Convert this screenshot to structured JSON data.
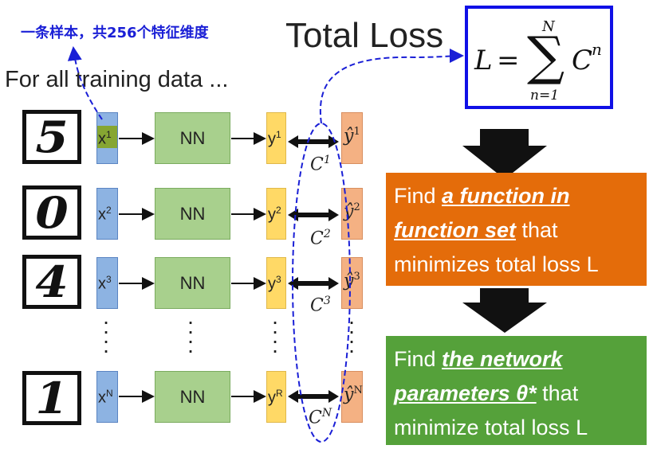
{
  "annotation": "一条样本，共256个特征维度",
  "title": "Total Loss",
  "subtitle": "For all training data ...",
  "formula": {
    "lhs": "L",
    "sum_top": "N",
    "sum_bottom": "n=1",
    "term": "C",
    "term_sup": "n"
  },
  "rows": [
    {
      "digit": "5",
      "x": "x",
      "x_sup": "1",
      "nn": "NN",
      "y": "y",
      "y_sup": "1",
      "yhat": "ŷ",
      "yhat_sup": "1",
      "c": "C",
      "c_sup": "1"
    },
    {
      "digit": "0",
      "x": "x",
      "x_sup": "2",
      "nn": "NN",
      "y": "y",
      "y_sup": "2",
      "yhat": "ŷ",
      "yhat_sup": "2",
      "c": "C",
      "c_sup": "2"
    },
    {
      "digit": "4",
      "x": "x",
      "x_sup": "3",
      "nn": "NN",
      "y": "y",
      "y_sup": "3",
      "yhat": "ŷ",
      "yhat_sup": "3",
      "c": "C",
      "c_sup": "3"
    },
    {
      "digit": "1",
      "x": "x",
      "x_sup": "N",
      "nn": "NN",
      "y": "y",
      "y_sup": "R",
      "yhat": "ŷ",
      "yhat_sup": "N",
      "c": "C",
      "c_sup": "N"
    }
  ],
  "box_function": {
    "t1": "Find ",
    "em1": "a function in",
    "em2": "function set",
    "t2": " that",
    "t3": "minimizes total loss L"
  },
  "box_params": {
    "t1": "Find ",
    "em1": "the network",
    "em2": "parameters θ*",
    "t2": " that",
    "t3": "minimize total loss L"
  },
  "colors": {
    "annotation_blue": "#1a1fd6",
    "formula_border": "#1010e6",
    "orange_box": "#e46c0a",
    "green_box": "#55a13a",
    "x_bar": "#8db3e2",
    "x_highlight": "#86a632",
    "nn_box": "#a8d08d",
    "y_bar": "#ffd966",
    "yhat_bar": "#f4b183"
  }
}
